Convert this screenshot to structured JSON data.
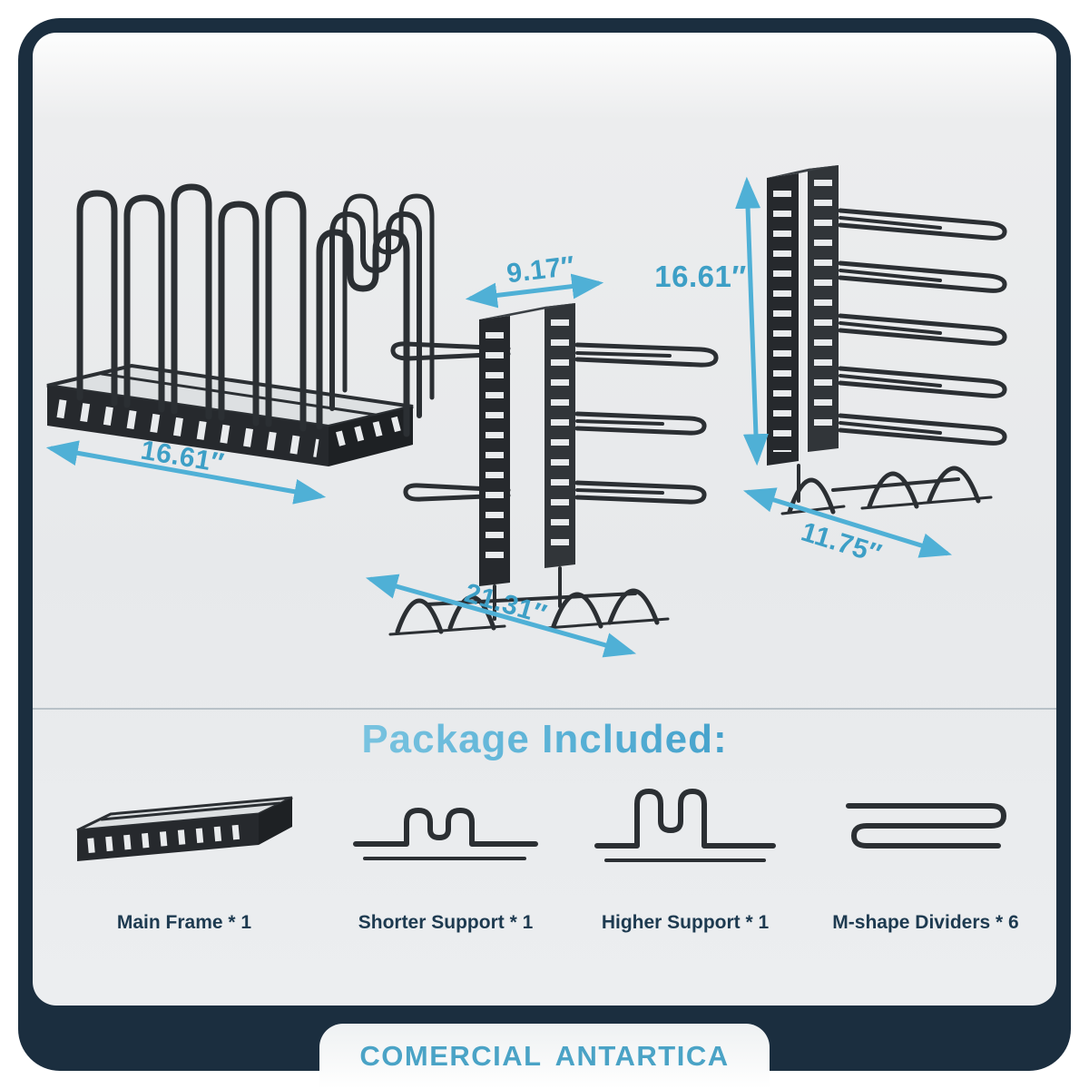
{
  "theme": {
    "navy": "#1b2e3f",
    "panel_gray": "#e8eaec",
    "accent_blue": "#4fb0d6",
    "dimension_text_blue": "#3d9fc6",
    "wire_dark": "#2b2f33",
    "label_navy": "#1d3a50"
  },
  "dimensions": {
    "left_rack_width": "16.61″",
    "mid_rack_depth": "9.17″",
    "mid_rack_width": "21.31″",
    "right_rack_height": "16.61″",
    "right_rack_width": "11.75″"
  },
  "package": {
    "title": "Package Included:",
    "items": [
      {
        "name": "main-frame",
        "label": "Main Frame * 1"
      },
      {
        "name": "shorter-support",
        "label": "Shorter Support * 1"
      },
      {
        "name": "higher-support",
        "label": "Higher Support * 1"
      },
      {
        "name": "m-shape-dividers",
        "label": "M-shape Dividers * 6"
      }
    ]
  },
  "footer": {
    "brand_word1": "COMERCIAL",
    "brand_word2": "ANTARTICA"
  }
}
